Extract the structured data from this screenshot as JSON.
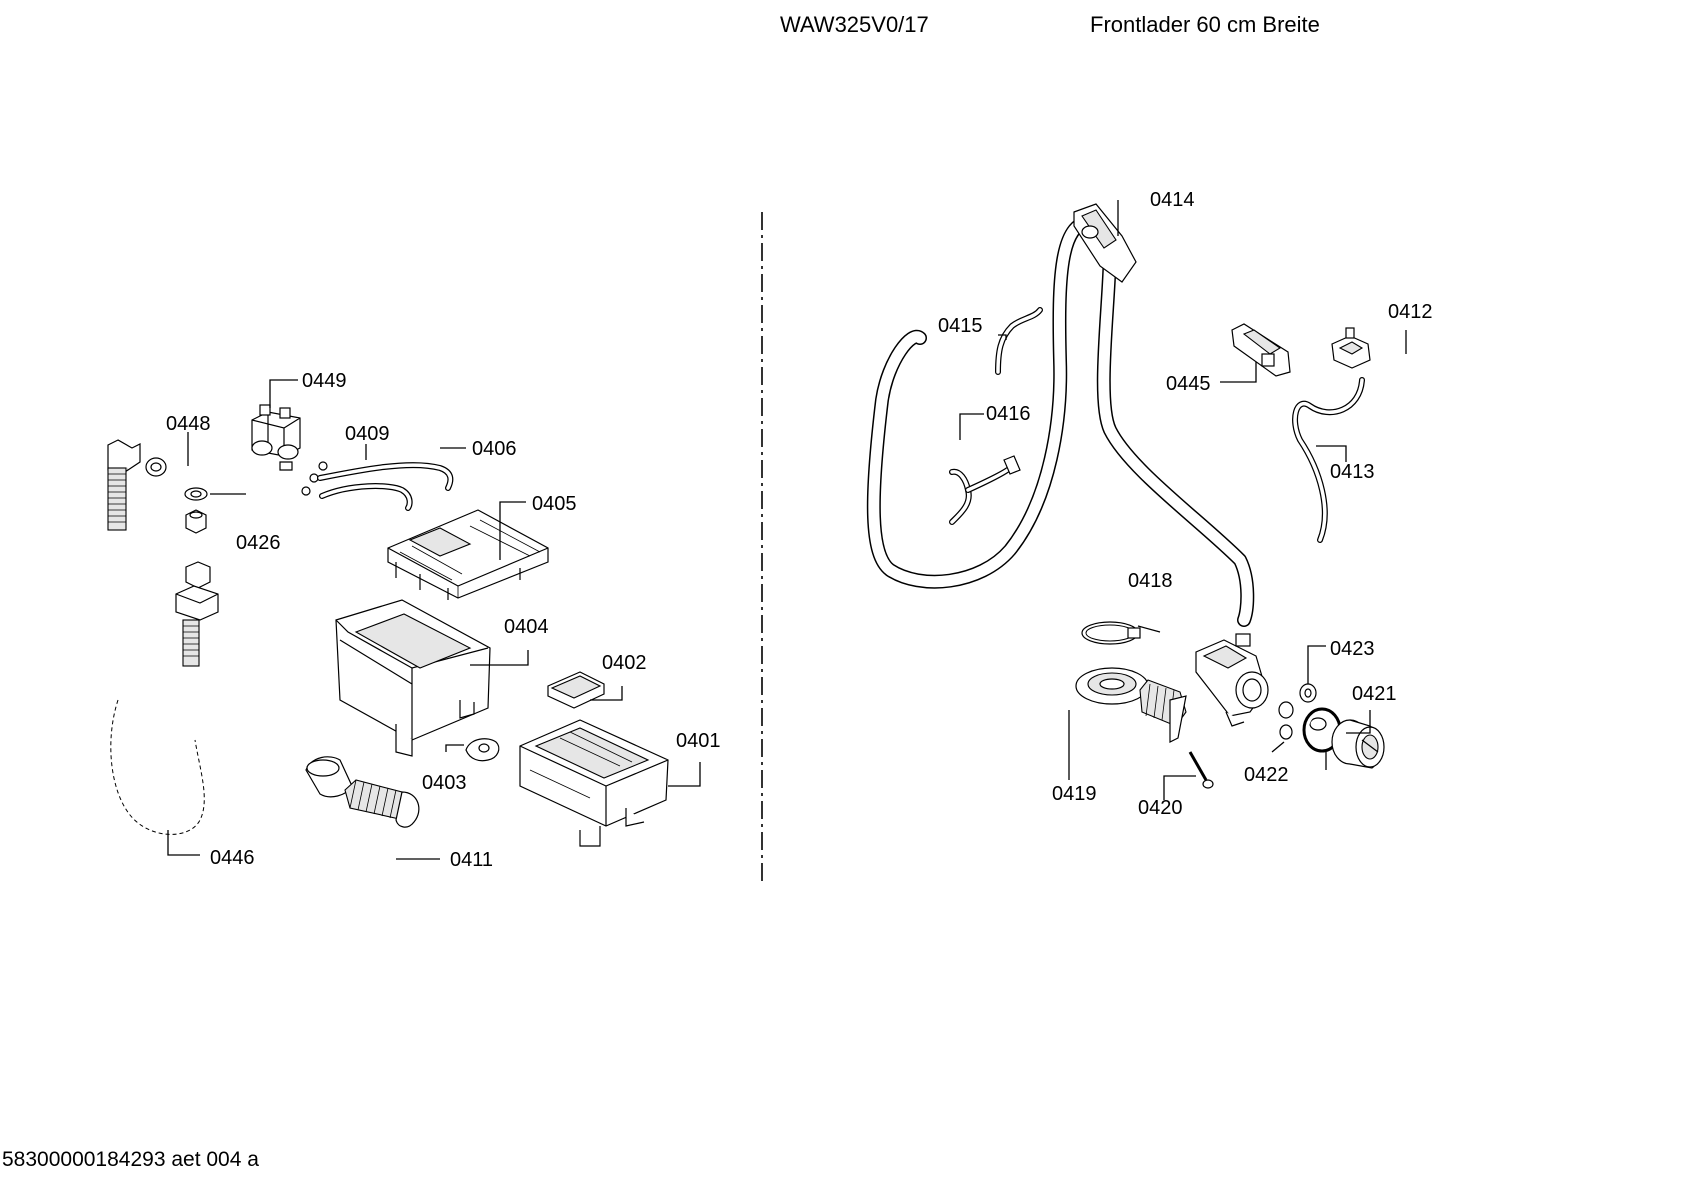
{
  "header": {
    "model": "WAW325V0/17",
    "description": "Frontlader 60 cm Breite"
  },
  "footer": {
    "document_number": "58300000184293 aet 004 a"
  },
  "callouts": {
    "p0401": "0401",
    "p0402": "0402",
    "p0403": "0403",
    "p0404": "0404",
    "p0405": "0405",
    "p0406": "0406",
    "p0409": "0409",
    "p0411": "0411",
    "p0412": "0412",
    "p0413": "0413",
    "p0414": "0414",
    "p0415": "0415",
    "p0416": "0416",
    "p0418": "0418",
    "p0419": "0419",
    "p0420": "0420",
    "p0421": "0421",
    "p0422": "0422",
    "p0423": "0423",
    "p0426": "0426",
    "p0445": "0445",
    "p0446": "0446",
    "p0448": "0448",
    "p0449": "0449"
  }
}
